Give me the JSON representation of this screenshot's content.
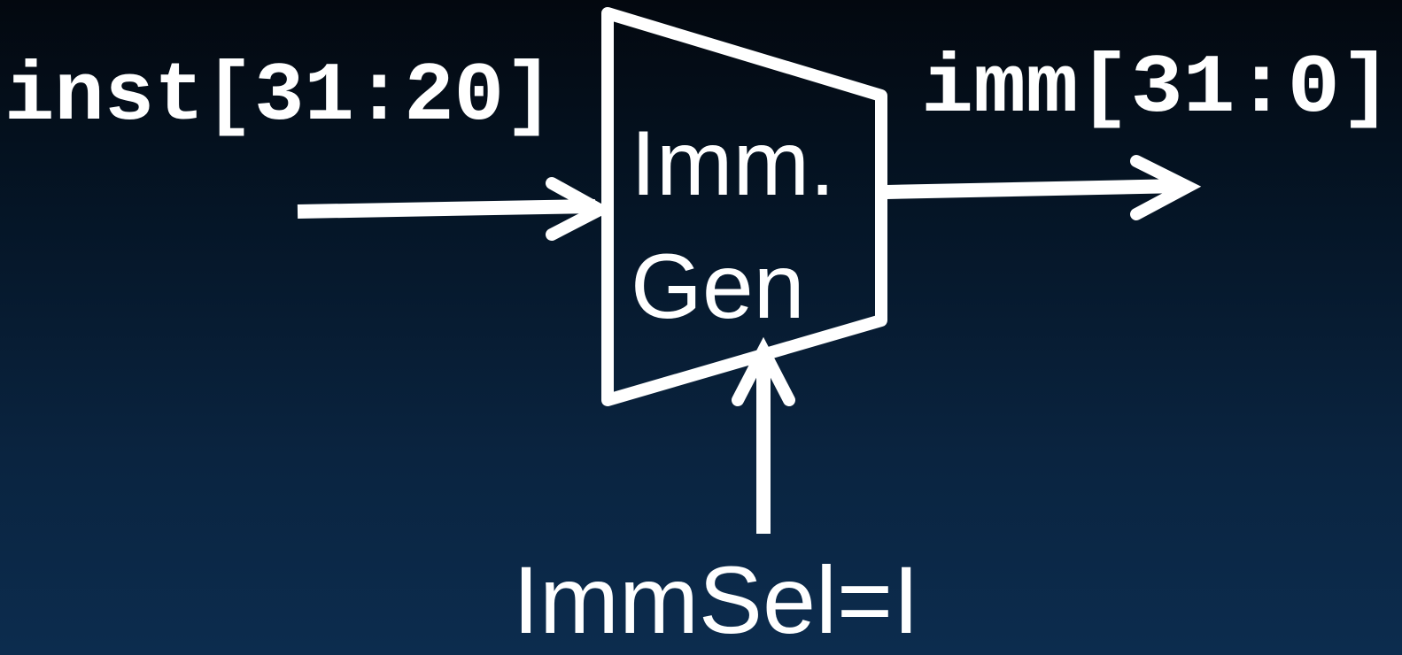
{
  "diagram": {
    "input_label": "inst[31:20]",
    "output_label": "imm[31:0]",
    "block": {
      "line1": "Imm.",
      "line2": "Gen"
    },
    "control_label": "ImmSel=I",
    "colors": {
      "foreground": "#ffffff",
      "background_top": "#03080f",
      "background_bottom": "#0c2c4e"
    }
  }
}
